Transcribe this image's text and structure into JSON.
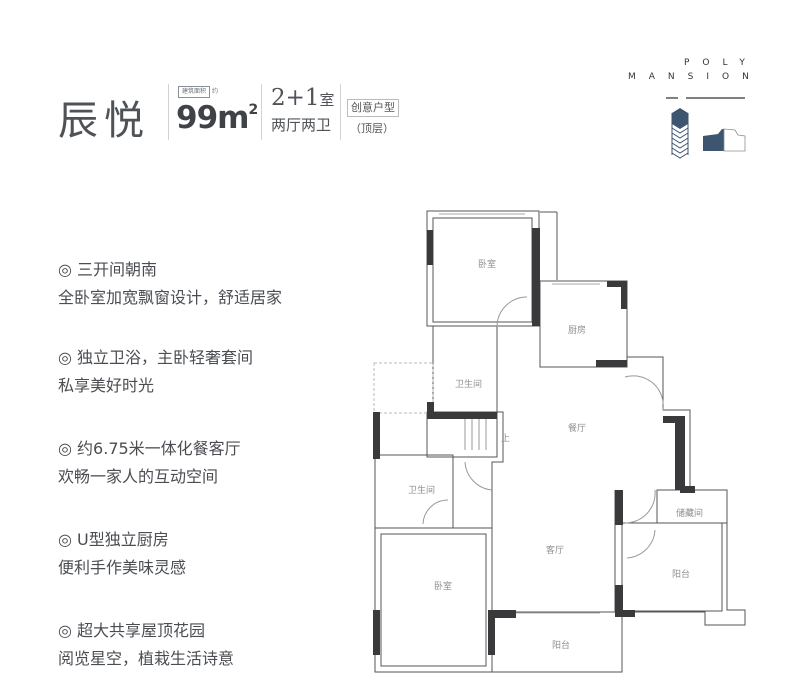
{
  "header": {
    "name": "辰悦",
    "stamp_text": "建筑面积",
    "stamp_sub": "约",
    "area_value": "99m",
    "area_unit_sup": "2",
    "rooms_num": "2+1",
    "rooms_unit": "室",
    "halls_baths": "两厅两卫",
    "type_label": "创意户型",
    "floor_note": "（顶层）"
  },
  "logo": {
    "line1": "POLY",
    "line2": "MANSION",
    "accent": "#3e5570"
  },
  "features": [
    {
      "title": "◎ 三开间朝南",
      "desc": "全卧室加宽飘窗设计，舒适居家"
    },
    {
      "title": "◎ 独立卫浴，主卧轻奢套间",
      "desc": "私享美好时光"
    },
    {
      "title": "◎ 约6.75米一体化餐客厅",
      "desc": "欢畅一家人的互动空间"
    },
    {
      "title": "◎ U型独立厨房",
      "desc": "便利手作美味灵感"
    },
    {
      "title": "◎ 超大共享屋顶花园",
      "desc": "阅览星空，植栽生活诗意"
    }
  ],
  "floorplan": {
    "rooms": {
      "bedroom_top": "卧室",
      "kitchen": "厨房",
      "bath_upper": "卫生间",
      "stairs_up": "上",
      "dining": "餐厅",
      "bath_left": "卫生间",
      "storage": "储藏间",
      "living": "客厅",
      "balcony_right": "阳台",
      "bedroom_bottom": "卧室",
      "balcony_bottom": "阳台"
    },
    "wall_color": "#3a3a3c"
  }
}
